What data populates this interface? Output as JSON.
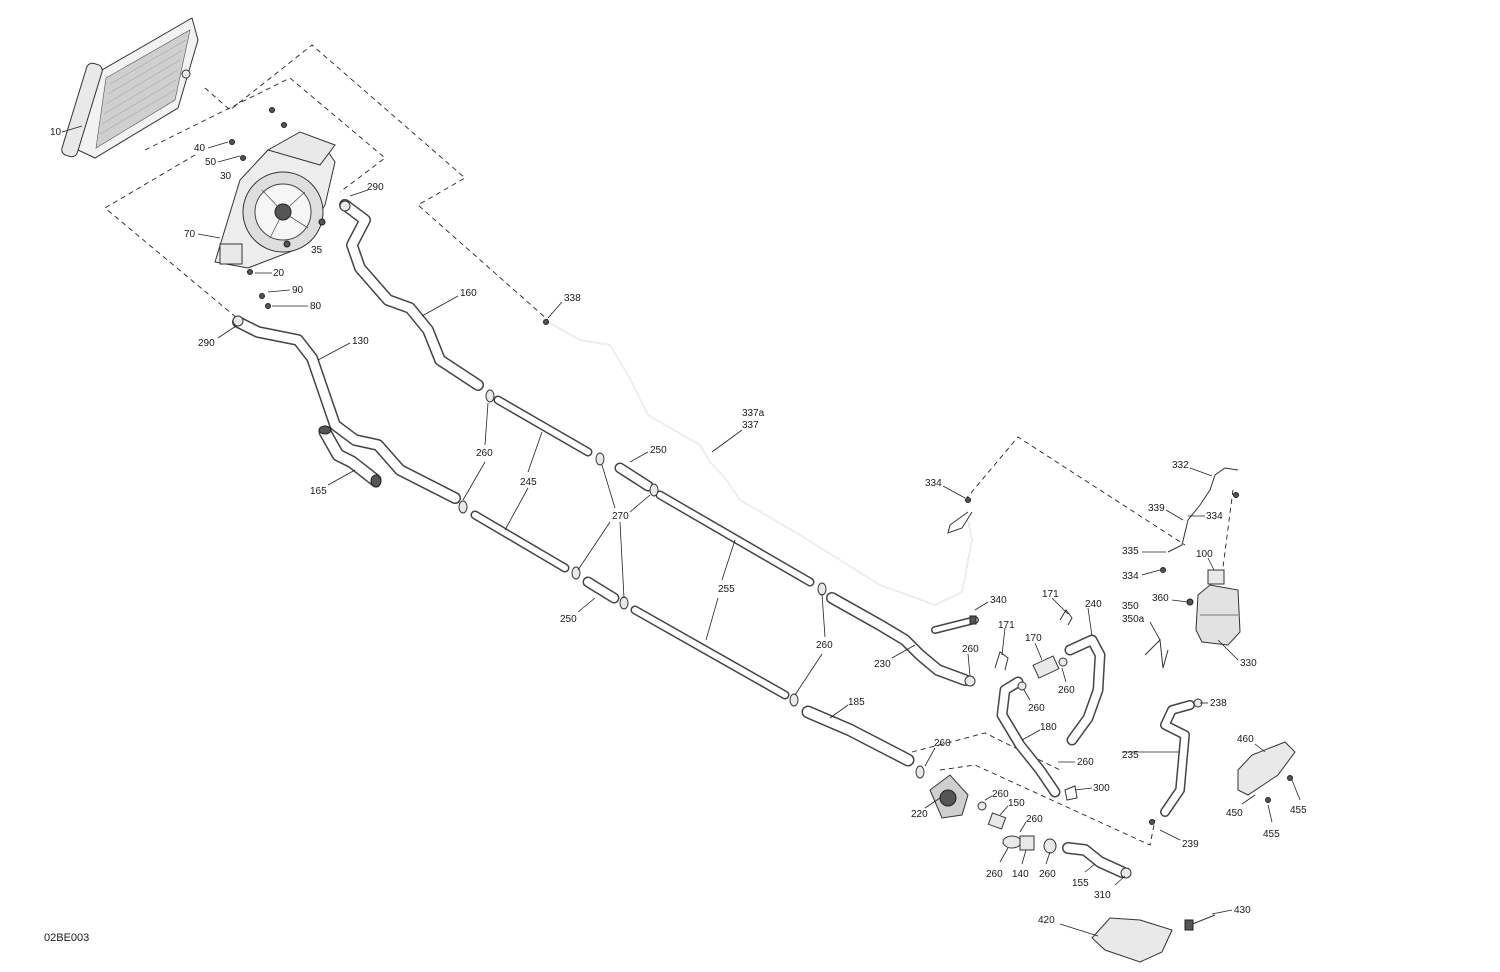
{
  "diagram_code": "02BE003",
  "callouts": {
    "c10": "10",
    "c40": "40",
    "c50": "50",
    "c30": "30",
    "c290a": "290",
    "c70": "70",
    "c35": "35",
    "c20": "20",
    "c90": "90",
    "c80": "80",
    "c290b": "290",
    "c130": "130",
    "c160": "160",
    "c338": "338",
    "c165": "165",
    "c260a": "260",
    "c245": "245",
    "c250a": "250",
    "c270": "270",
    "c337a": "337a",
    "c337": "337",
    "c250b": "250",
    "c255": "255",
    "c260b": "260",
    "c334a": "334",
    "c332": "332",
    "c339": "339",
    "c334b": "334",
    "c335": "335",
    "c334c": "334",
    "c100": "100",
    "c360": "360",
    "c350": "350",
    "c350a": "350a",
    "c330": "330",
    "c340": "340",
    "c171a": "171",
    "c240": "240",
    "c171b": "171",
    "c170": "170",
    "c230": "230",
    "c260c": "260",
    "c260d": "260",
    "c260e": "260",
    "c238": "238",
    "c185": "185",
    "c180": "180",
    "c260f": "260",
    "c235": "235",
    "c260g": "260",
    "c460": "460",
    "c300": "300",
    "c260h": "260",
    "c150": "150",
    "c220": "220",
    "c260i": "260",
    "c450": "450",
    "c455a": "455",
    "c455b": "455",
    "c239": "239",
    "c260j": "260",
    "c140": "140",
    "c260k": "260",
    "c155": "155",
    "c310": "310",
    "c420": "420",
    "c430": "430"
  }
}
